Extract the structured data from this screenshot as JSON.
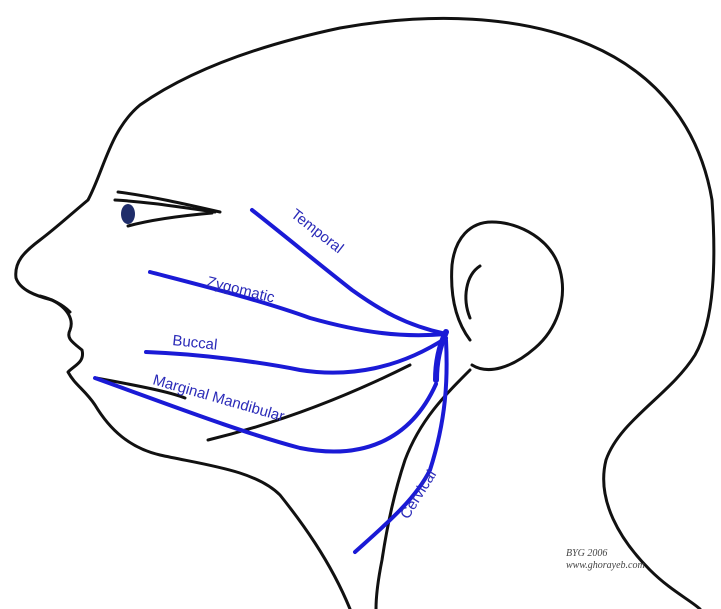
{
  "diagram": {
    "colors": {
      "nerve": "#1a1ad6",
      "label": "#2a2ab8",
      "outline": "#111111",
      "background": "#ffffff"
    },
    "labels": {
      "temporal": "Temporal",
      "zygomatic": "Zygomatic",
      "buccal": "Buccal",
      "marginal_mandibular": "Marginal Mandibular",
      "cervical": "Cervical"
    },
    "credit": {
      "line1": "BYG 2006",
      "line2": "www.ghorayeb.com"
    }
  }
}
